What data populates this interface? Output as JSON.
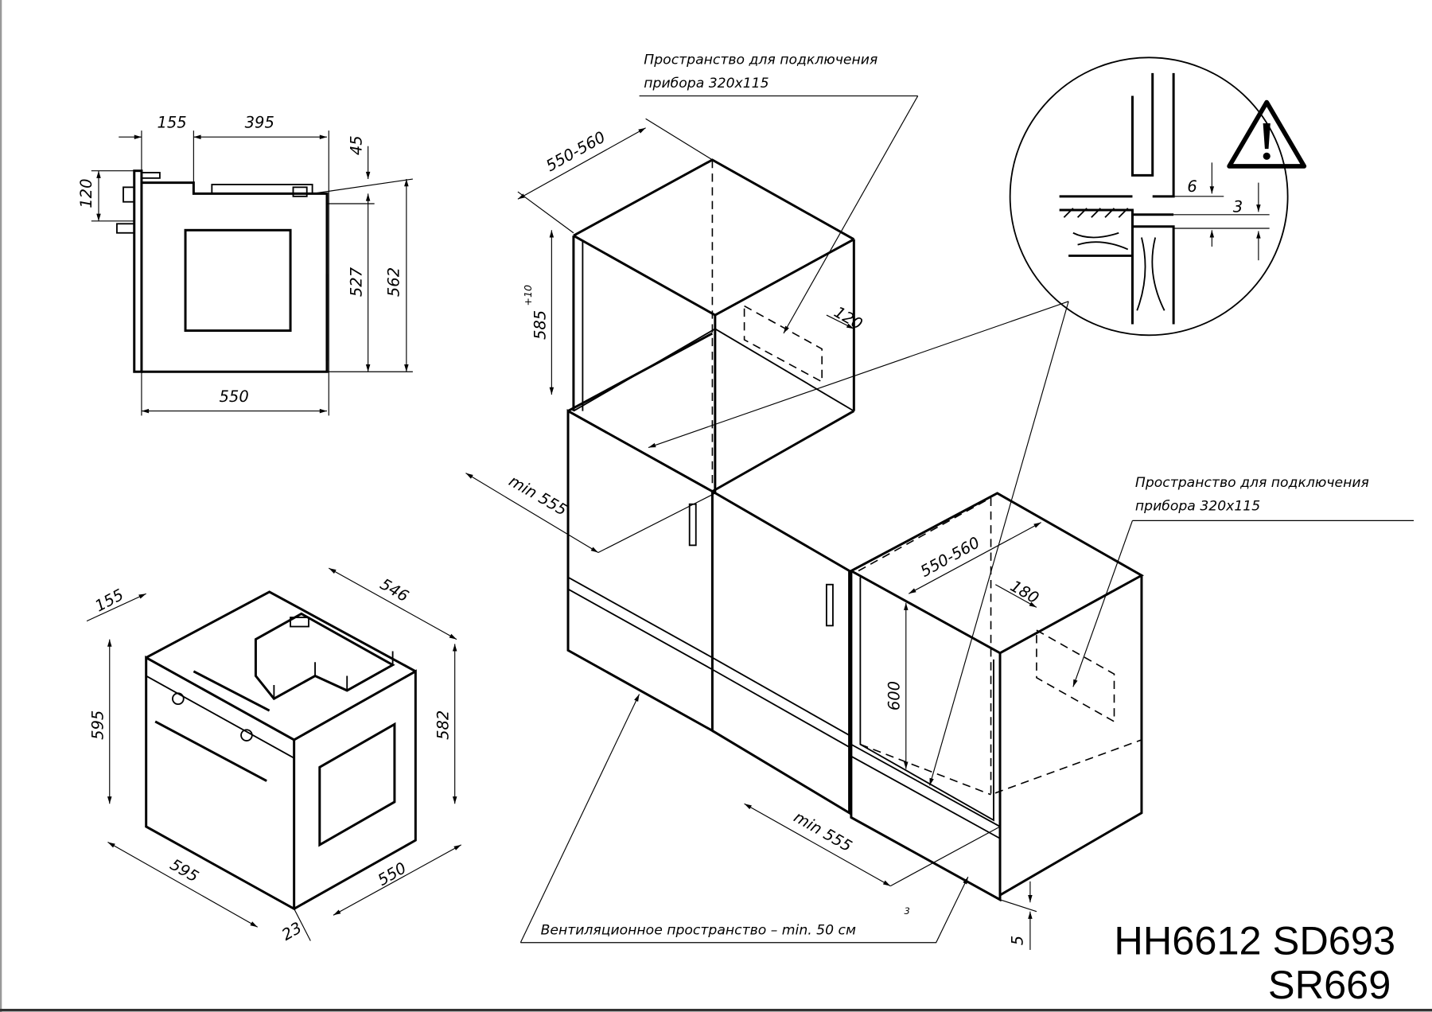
{
  "title": {
    "line1": "HH6612 SD693",
    "line2": "SR669"
  },
  "side_view": {
    "d155": "155",
    "d395": "395",
    "d45": "45",
    "d120": "120",
    "d527": "527",
    "d562": "562",
    "d550": "550"
  },
  "iso_oven": {
    "d155": "155",
    "d546": "546",
    "d595_h": "595",
    "d582": "582",
    "d595_w": "595",
    "d550": "550",
    "d23": "23"
  },
  "cabinet": {
    "connect_note_1": {
      "line1": "Пространство для подключения",
      "line2": "прибора 320x115"
    },
    "connect_note_2": {
      "line1": "Пространство для подключения",
      "line2": "прибора 320x115"
    },
    "d550_560_top": "550-560",
    "d585": "585",
    "d585_tol": "+10",
    "d120": "120",
    "min555_top": "min 555",
    "d550_560_right": "550-560",
    "d180": "180",
    "d600": "600",
    "min555_bottom": "min 555",
    "d5": "5",
    "vent_note": "Вентиляционное пространство – min. 50 см",
    "vent_sup": "3"
  },
  "detail": {
    "d6": "6",
    "d3": "3",
    "warning_icon": "warning-triangle"
  }
}
